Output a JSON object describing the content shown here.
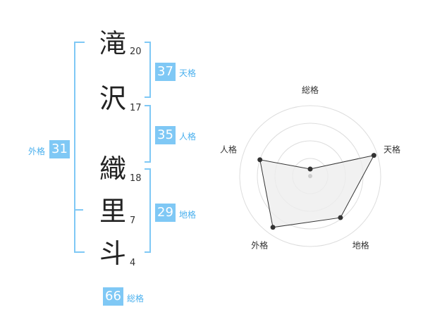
{
  "name_chars": [
    {
      "char": "滝",
      "strokes": "20"
    },
    {
      "char": "沢",
      "strokes": "17"
    },
    {
      "char": "織",
      "strokes": "18"
    },
    {
      "char": "里",
      "strokes": "7"
    },
    {
      "char": "斗",
      "strokes": "4"
    }
  ],
  "fortunes": {
    "tenkaku": {
      "label": "天格",
      "value": "37"
    },
    "jinkaku": {
      "label": "人格",
      "value": "35"
    },
    "chikaku": {
      "label": "地格",
      "value": "29"
    },
    "gaikaku": {
      "label": "外格",
      "value": "31"
    },
    "soukaku": {
      "label": "総格",
      "value": "66"
    }
  },
  "colors": {
    "accent": "#7fc8f5",
    "accent_text": "#4ab0ee",
    "bracket": "#7fc8f5",
    "radar_fill": "#eeeeee",
    "radar_line": "#333333"
  },
  "chart_data": {
    "type": "radar",
    "axes": [
      "総格",
      "天格",
      "地格",
      "外格",
      "人格"
    ],
    "values": [
      0.1,
      0.95,
      0.73,
      0.9,
      0.75
    ],
    "range": [
      0,
      1
    ],
    "rings": 4
  }
}
